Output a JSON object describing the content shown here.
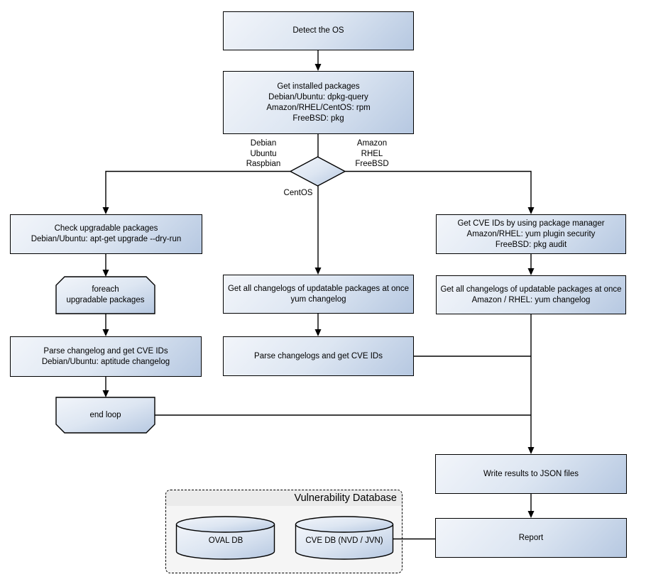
{
  "diagram": {
    "nodes": {
      "detect_os": "Detect the OS",
      "get_installed": "Get installed packages\nDebian/Ubuntu: dpkg-query\nAmazon/RHEL/CentOS: rpm\nFreeBSD: pkg",
      "check_upgradable": "Check upgradable packages\nDebian/Ubuntu: apt-get upgrade --dry-run",
      "foreach_loop": "foreach\nupgradable  packages",
      "parse_changelog_left": "Parse changelog and get  CVE IDs\nDebian/Ubuntu: aptitude changelog",
      "end_loop": "end loop",
      "get_changelogs_mid": "Get all changelogs of updatable packages at once\nyum changelog",
      "parse_changelogs_mid": "Parse changelogs and get CVE IDs",
      "get_cve_right": "Get CVE IDs by using package manager\nAmazon/RHEL: yum plugin security\nFreeBSD: pkg audit",
      "get_changelogs_right": "Get all changelogs of updatable packages at once\nAmazon / RHEL: yum changelog",
      "write_json": "Write results to JSON files",
      "report": "Report"
    },
    "decision_labels": {
      "left": "Debian\nUbuntu\nRaspbian",
      "right": "Amazon\nRHEL\nFreeBSD",
      "bottom": "CentOS"
    },
    "database": {
      "title": "Vulnerability Database",
      "cylinders": [
        "OVAL DB",
        "CVE DB (NVD / JVN)"
      ]
    },
    "palette": {
      "node_fill_light": "#f2f5fa",
      "node_fill_dark": "#b6c8e1",
      "node_border": "#000000",
      "line_color": "#000000",
      "container_fill": "#f5f5f5",
      "container_header_fill": "#ebebeb",
      "text_color": "#000000"
    }
  }
}
